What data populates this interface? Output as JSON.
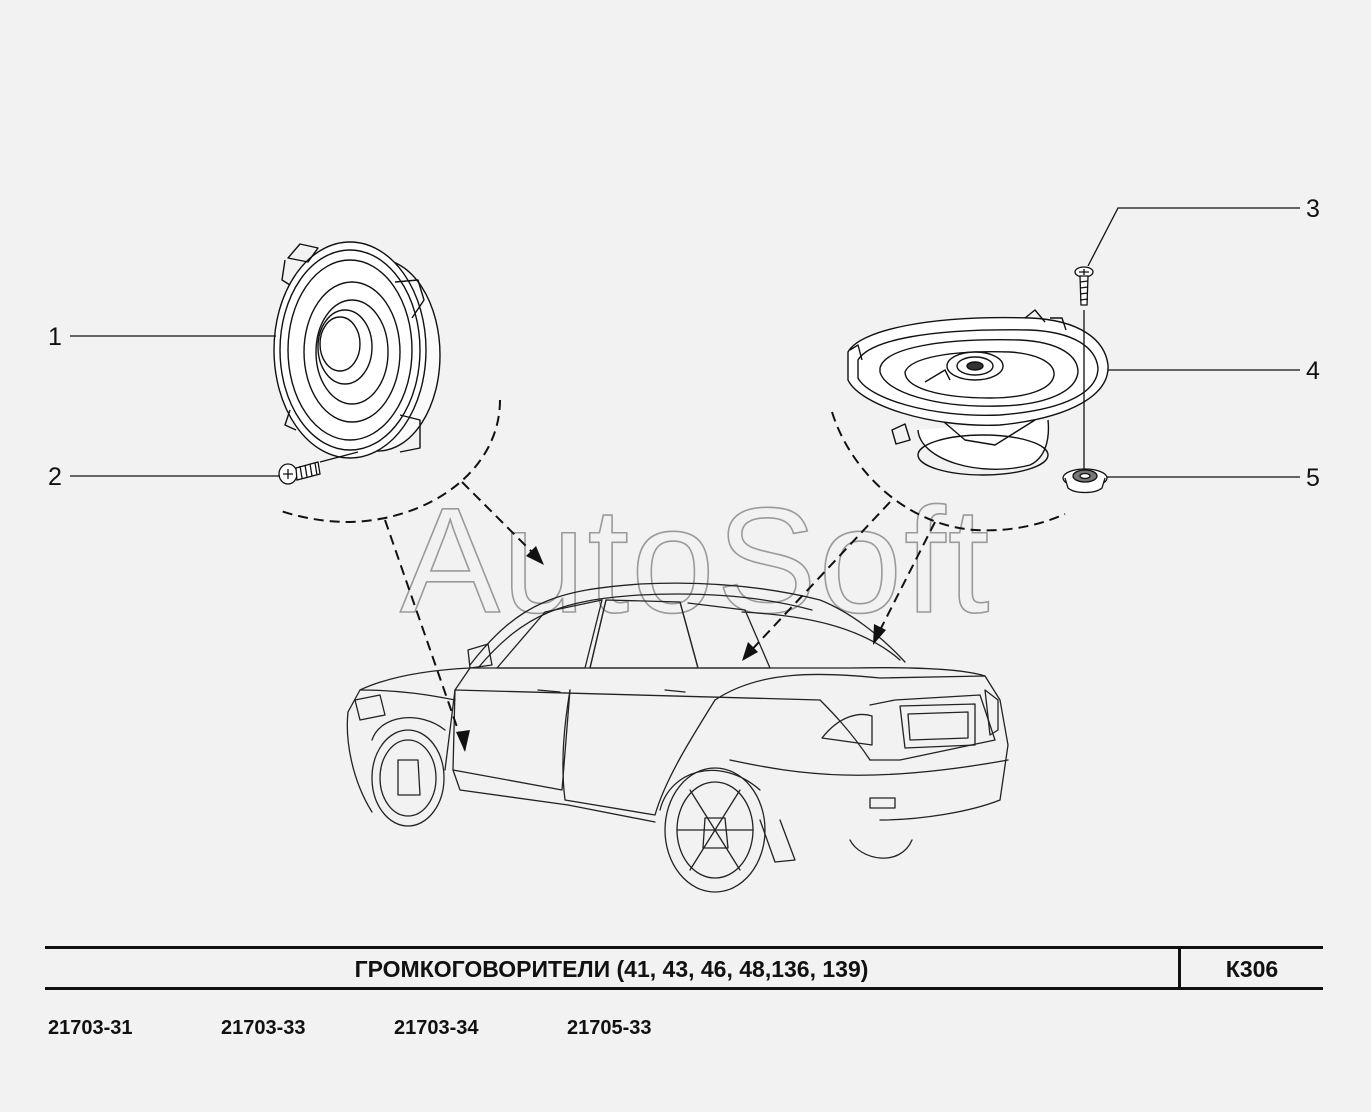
{
  "watermark": "AutoSoft",
  "title": "ГРОМКОГОВОРИТЕЛИ  (41, 43, 46, 48,136, 139)",
  "page_code": "К306",
  "models": [
    "21703-31",
    "21703-33",
    "21703-34",
    "21705-33"
  ],
  "callouts": [
    {
      "label": "1",
      "part": "front-door-speaker"
    },
    {
      "label": "2",
      "part": "self-tapping-screw"
    },
    {
      "label": "3",
      "part": "screw"
    },
    {
      "label": "4",
      "part": "rear-shelf-speaker"
    },
    {
      "label": "5",
      "part": "nut"
    }
  ],
  "icons": [
    "speaker-round-icon",
    "speaker-oval-icon",
    "screw-icon",
    "nut-icon",
    "car-sedan-icon"
  ]
}
